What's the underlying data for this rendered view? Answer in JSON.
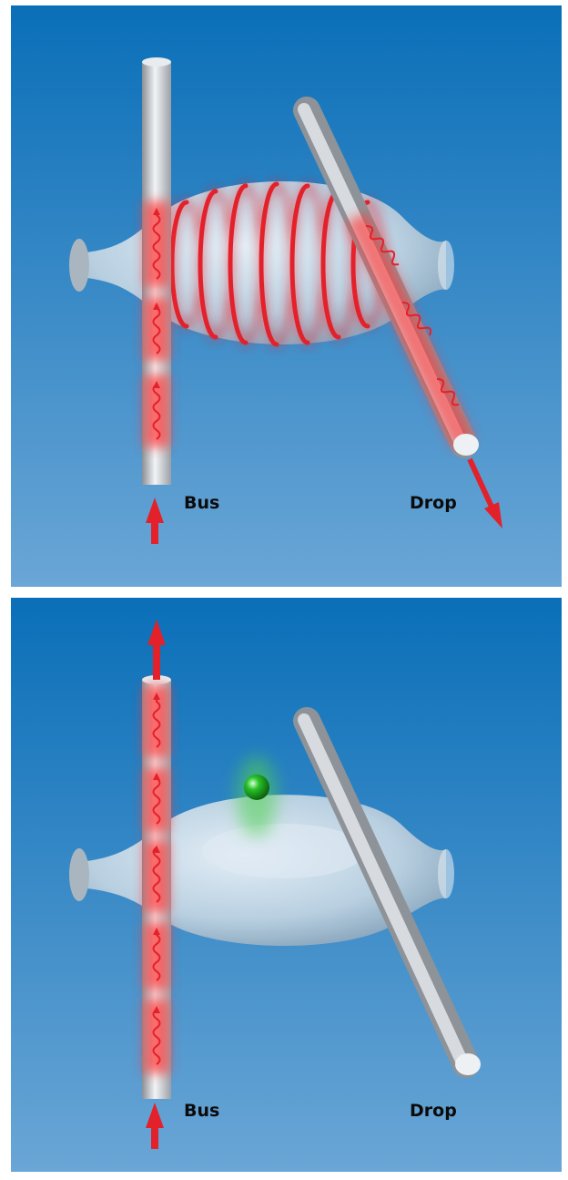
{
  "panels": [
    {
      "id": "top",
      "bus_label": "Bus",
      "drop_label": "Drop",
      "state": "on-resonance coupling to drop"
    },
    {
      "id": "bottom",
      "bus_label": "Bus",
      "drop_label": "Drop",
      "state": "particle bound, light stays in bus"
    }
  ],
  "colors": {
    "background_top": "#0a6fb8",
    "background_bottom": "#6aa6d6",
    "fiber": "#c9ced3",
    "resonator": "#b7cfe0",
    "light": "#e3212b",
    "particle": "#27c227"
  },
  "icons": {
    "input_arrow": "arrow-up-icon",
    "output_arrow_bus": "arrow-up-icon",
    "output_arrow_drop": "arrow-down-right-icon",
    "particle": "sphere-icon"
  }
}
